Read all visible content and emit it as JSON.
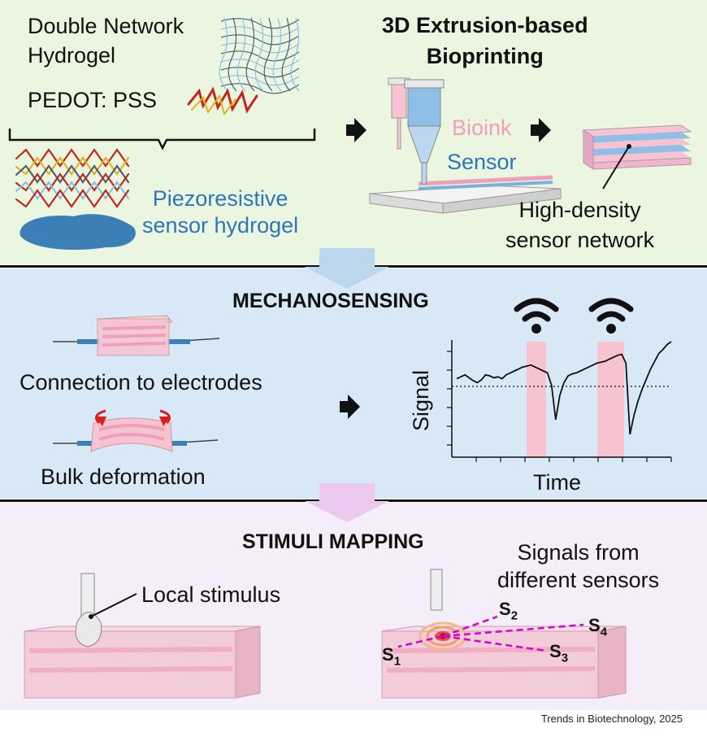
{
  "top": {
    "material1": "Double Network\nHydrogel",
    "material2": "PEDOT: PSS",
    "result": "Piezoresistive\nsensor hydrogel",
    "process_title": "3D Extrusion-based\nBioprinting",
    "bioink_label": "Bioink",
    "sensor_label": "Sensor",
    "network_label": "High-density\nsensor network"
  },
  "middle": {
    "title": "MECHANOSENSING",
    "connection_label": "Connection to electrodes",
    "deformation_label": "Bulk deformation",
    "chart_data": {
      "type": "line",
      "xlabel": "Time",
      "ylabel": "Signal",
      "series": [
        {
          "values": [
            0.62,
            0.64,
            0.66,
            0.63,
            0.6,
            0.58,
            0.61,
            0.66,
            0.65,
            0.63,
            0.64,
            0.62,
            0.66,
            0.68,
            0.7,
            0.72,
            0.74,
            0.75,
            0.76,
            0.74,
            0.72,
            0.7,
            0.68,
            0.55,
            0.2,
            0.45,
            0.58,
            0.65,
            0.67,
            0.68,
            0.7,
            0.72,
            0.74,
            0.76,
            0.78,
            0.79,
            0.8,
            0.82,
            0.84,
            0.86,
            0.87,
            0.78,
            0.05,
            0.25,
            0.4,
            0.52,
            0.62,
            0.72,
            0.8,
            0.88,
            0.92,
            0.97,
            1.0
          ]
        }
      ],
      "highlight_color": "#f7c3d1"
    }
  },
  "bottom": {
    "title": "STIMULI MAPPING",
    "stimulus_label": "Local stimulus",
    "signals_label": "Signals from\ndifferent sensors",
    "sensors": [
      "S1",
      "S2",
      "S3",
      "S4"
    ]
  },
  "footer": "Trends in Biotechnology, 2025",
  "colors": {
    "green_panel": "#eaf6df",
    "blue_panel": "#d9e8f6",
    "lilac_panel": "#f3eef7",
    "pink": "#ef9fbc",
    "blue": "#2e75b6",
    "magenta": "#d400d4"
  }
}
